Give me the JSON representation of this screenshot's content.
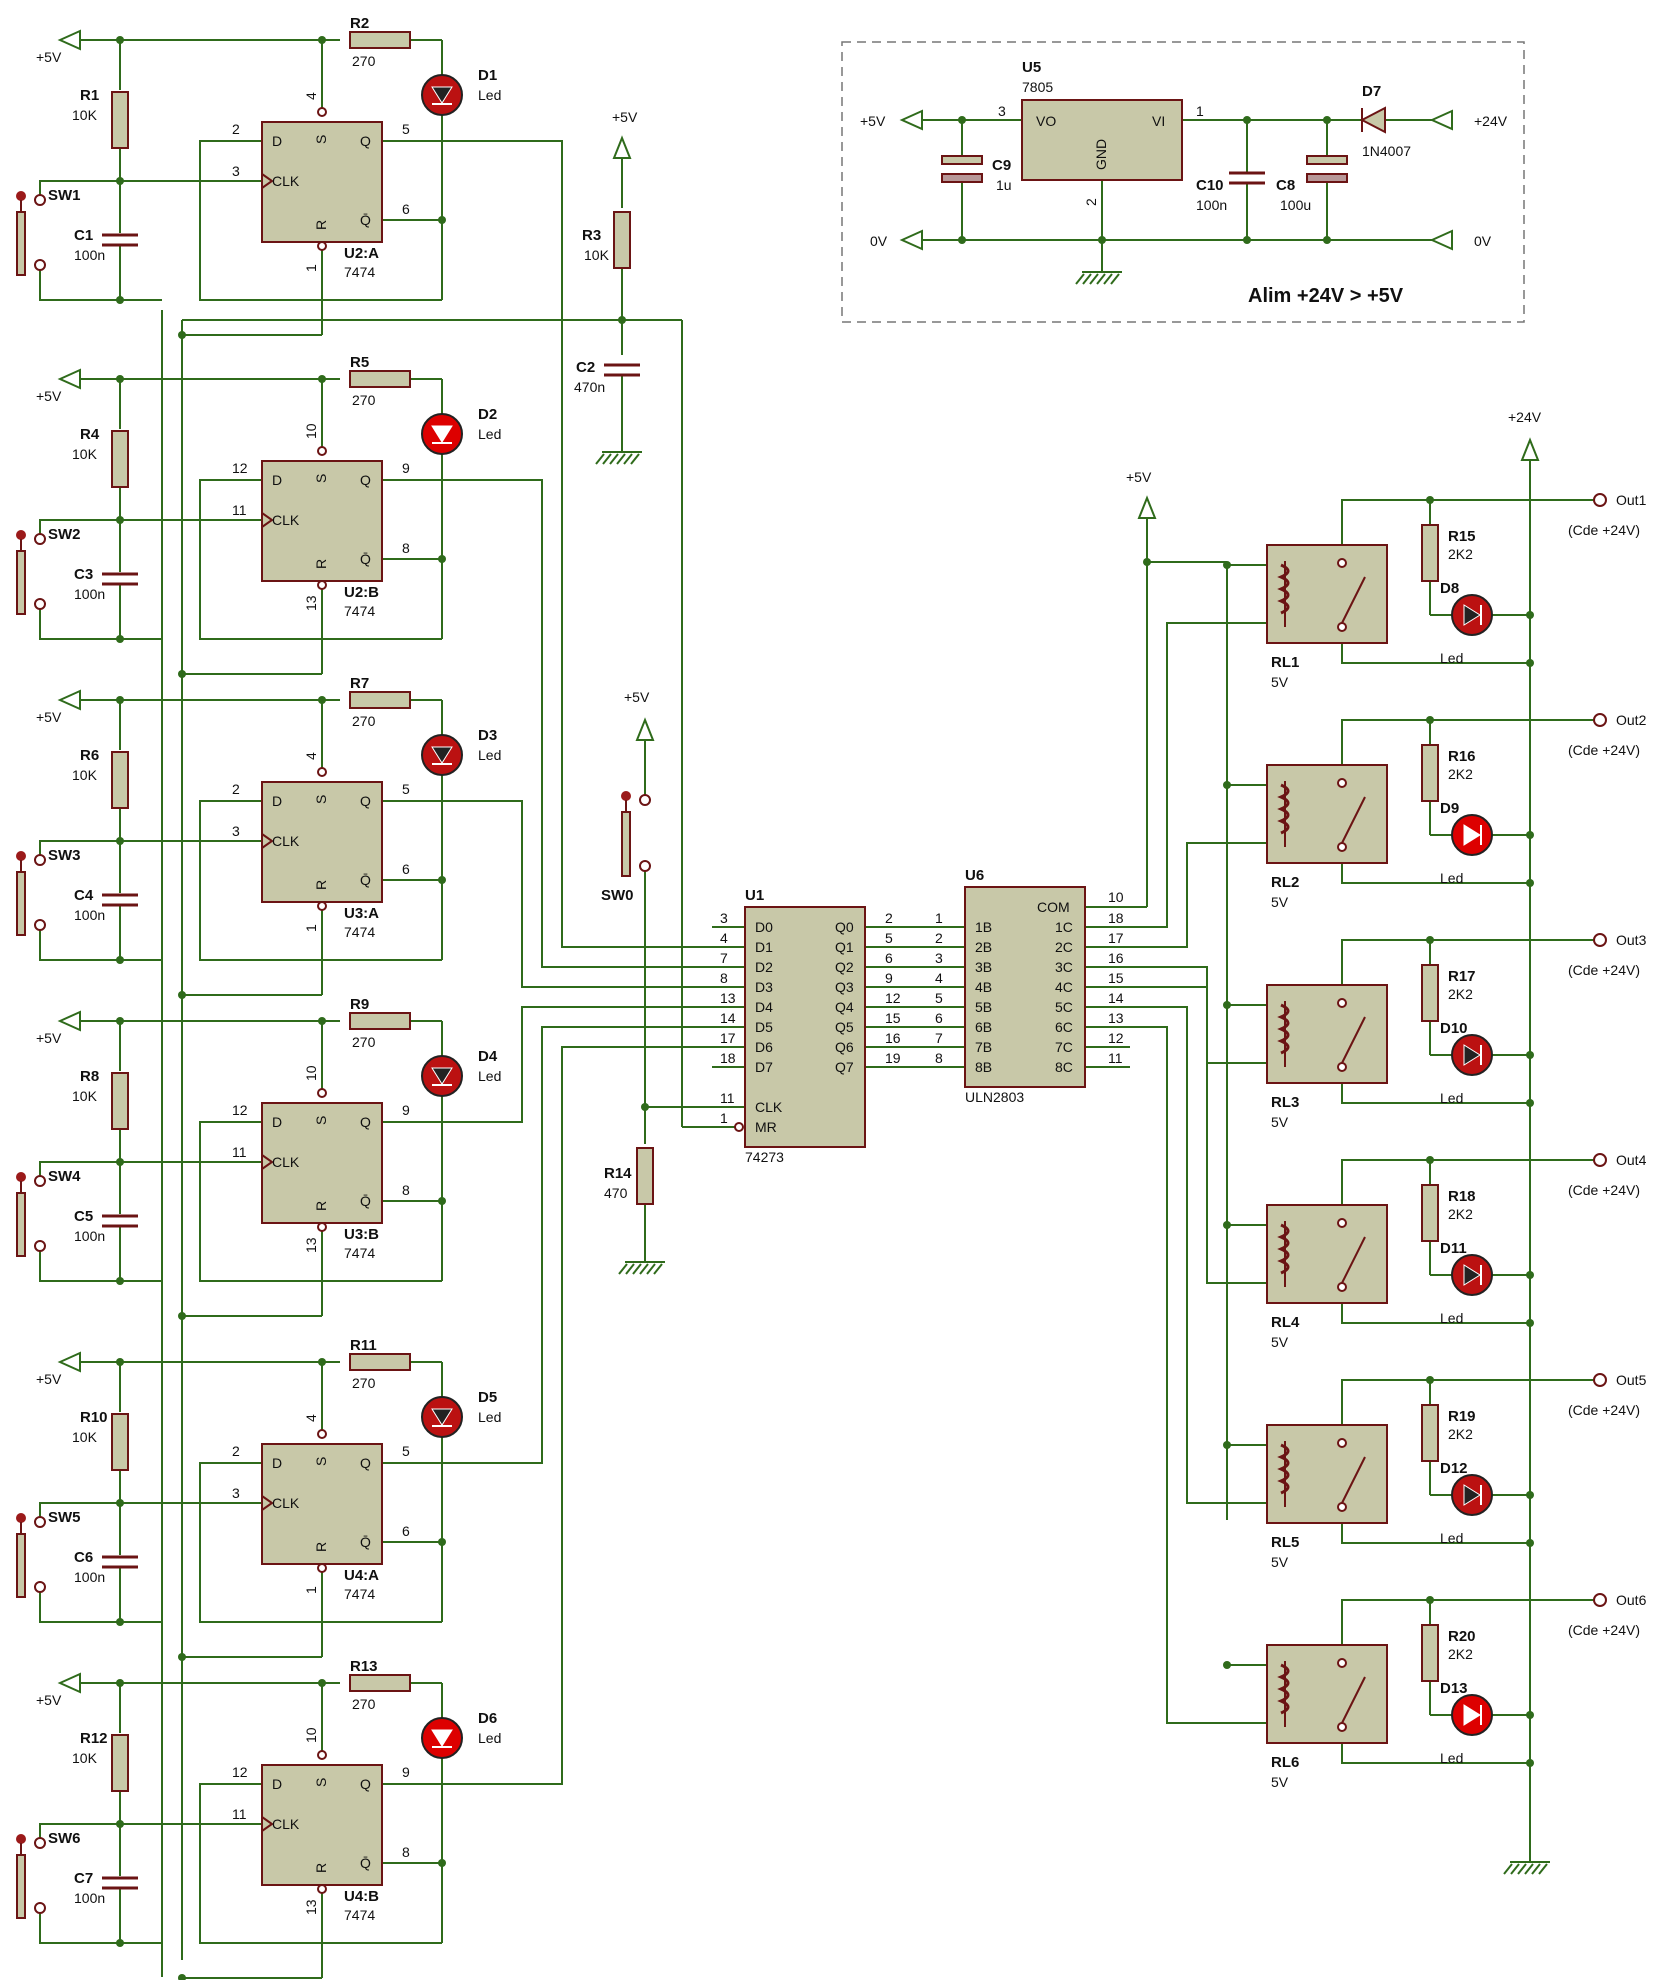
{
  "supply_labels": {
    "plus5v": "+5V",
    "plus24v": "+24V",
    "zero_v": "0V"
  },
  "power_module": {
    "title": "Alim +24V > +5V",
    "regulator": {
      "ref": "U5",
      "value": "7805",
      "pin_vo": "VO",
      "pin_vi": "VI",
      "pin_gnd": "GND",
      "pin_numbers": [
        "3",
        "1",
        "2"
      ]
    },
    "caps": [
      {
        "ref": "C9",
        "value": "1u"
      },
      {
        "ref": "C10",
        "value": "100n"
      },
      {
        "ref": "C8",
        "value": "100u"
      }
    ],
    "diode": {
      "ref": "D7",
      "value": "1N4007"
    }
  },
  "latch_channels": [
    {
      "switch": "SW1",
      "pullup": "R1",
      "pullup_value": "10K",
      "cap": "C1",
      "cap_value": "100n",
      "led_res": "R2",
      "led_res_value": "270",
      "led": "D1",
      "led_value": "Led",
      "chip": "U2:A",
      "chip_value": "7474",
      "pins": {
        "s": "4",
        "d": "2",
        "clk": "3",
        "r": "1",
        "q": "5",
        "qbar": "6"
      }
    },
    {
      "switch": "SW2",
      "pullup": "R4",
      "pullup_value": "10K",
      "cap": "C3",
      "cap_value": "100n",
      "led_res": "R5",
      "led_res_value": "270",
      "led": "D2",
      "led_value": "Led",
      "chip": "U2:B",
      "chip_value": "7474",
      "pins": {
        "s": "10",
        "d": "12",
        "clk": "11",
        "r": "13",
        "q": "9",
        "qbar": "8"
      }
    },
    {
      "switch": "SW3",
      "pullup": "R6",
      "pullup_value": "10K",
      "cap": "C4",
      "cap_value": "100n",
      "led_res": "R7",
      "led_res_value": "270",
      "led": "D3",
      "led_value": "Led",
      "chip": "U3:A",
      "chip_value": "7474",
      "pins": {
        "s": "4",
        "d": "2",
        "clk": "3",
        "r": "1",
        "q": "5",
        "qbar": "6"
      }
    },
    {
      "switch": "SW4",
      "pullup": "R8",
      "pullup_value": "10K",
      "cap": "C5",
      "cap_value": "100n",
      "led_res": "R9",
      "led_res_value": "270",
      "led": "D4",
      "led_value": "Led",
      "chip": "U3:B",
      "chip_value": "7474",
      "pins": {
        "s": "10",
        "d": "12",
        "clk": "11",
        "r": "13",
        "q": "9",
        "qbar": "8"
      }
    },
    {
      "switch": "SW5",
      "pullup": "R10",
      "pullup_value": "10K",
      "cap": "C6",
      "cap_value": "100n",
      "led_res": "R11",
      "led_res_value": "270",
      "led": "D5",
      "led_value": "Led",
      "chip": "U4:A",
      "chip_value": "7474",
      "pins": {
        "s": "4",
        "d": "2",
        "clk": "3",
        "r": "1",
        "q": "5",
        "qbar": "6"
      }
    },
    {
      "switch": "SW6",
      "pullup": "R12",
      "pullup_value": "10K",
      "cap": "C7",
      "cap_value": "100n",
      "led_res": "R13",
      "led_res_value": "270",
      "led": "D6",
      "led_value": "Led",
      "chip": "U4:B",
      "chip_value": "7474",
      "pins": {
        "s": "10",
        "d": "12",
        "clk": "11",
        "r": "13",
        "q": "9",
        "qbar": "8"
      }
    }
  ],
  "ff_pin_names": {
    "d": "D",
    "clk": "CLK",
    "s": "S",
    "r": "R",
    "q": "Q",
    "qbar": "Q̄"
  },
  "reset_circuit": {
    "res": "R3",
    "res_value": "10K",
    "cap": "C2",
    "cap_value": "470n"
  },
  "strobe_circuit": {
    "switch": "SW0",
    "res": "R14",
    "res_value": "470"
  },
  "u1": {
    "ref": "U1",
    "value": "74273",
    "inputs": [
      [
        "3",
        "D0"
      ],
      [
        "4",
        "D1"
      ],
      [
        "7",
        "D2"
      ],
      [
        "8",
        "D3"
      ],
      [
        "13",
        "D4"
      ],
      [
        "14",
        "D5"
      ],
      [
        "17",
        "D6"
      ],
      [
        "18",
        "D7"
      ]
    ],
    "outputs": [
      [
        "Q0",
        "2"
      ],
      [
        "Q1",
        "5"
      ],
      [
        "Q2",
        "6"
      ],
      [
        "Q3",
        "9"
      ],
      [
        "Q4",
        "12"
      ],
      [
        "Q5",
        "15"
      ],
      [
        "Q6",
        "16"
      ],
      [
        "Q7",
        "19"
      ]
    ],
    "clk": [
      "11",
      "CLK"
    ],
    "mr": [
      "1",
      "MR"
    ]
  },
  "u6": {
    "ref": "U6",
    "value": "ULN2803",
    "inputs": [
      [
        "1",
        "1B"
      ],
      [
        "2",
        "2B"
      ],
      [
        "3",
        "3B"
      ],
      [
        "4",
        "4B"
      ],
      [
        "5",
        "5B"
      ],
      [
        "6",
        "6B"
      ],
      [
        "7",
        "7B"
      ],
      [
        "8",
        "8B"
      ]
    ],
    "outputs": [
      [
        "1C",
        "18"
      ],
      [
        "2C",
        "17"
      ],
      [
        "3C",
        "16"
      ],
      [
        "4C",
        "15"
      ],
      [
        "5C",
        "14"
      ],
      [
        "6C",
        "13"
      ],
      [
        "7C",
        "12"
      ],
      [
        "8C",
        "11"
      ]
    ],
    "com": [
      "COM",
      "10"
    ]
  },
  "relay_channels": [
    {
      "relay": "RL1",
      "relay_value": "5V",
      "res": "R15",
      "res_value": "2K2",
      "led": "D8",
      "led_value": "Led",
      "out": "Out1",
      "cmd": "(Cde +24V)"
    },
    {
      "relay": "RL2",
      "relay_value": "5V",
      "res": "R16",
      "res_value": "2K2",
      "led": "D9",
      "led_value": "Led",
      "out": "Out2",
      "cmd": "(Cde +24V)"
    },
    {
      "relay": "RL3",
      "relay_value": "5V",
      "res": "R17",
      "res_value": "2K2",
      "led": "D10",
      "led_value": "Led",
      "out": "Out3",
      "cmd": "(Cde +24V)"
    },
    {
      "relay": "RL4",
      "relay_value": "5V",
      "res": "R18",
      "res_value": "2K2",
      "led": "D11",
      "led_value": "Led",
      "out": "Out4",
      "cmd": "(Cde +24V)"
    },
    {
      "relay": "RL5",
      "relay_value": "5V",
      "res": "R19",
      "res_value": "2K2",
      "led": "D12",
      "led_value": "Led",
      "out": "Out5",
      "cmd": "(Cde +24V)"
    },
    {
      "relay": "RL6",
      "relay_value": "5V",
      "res": "R20",
      "res_value": "2K2",
      "led": "D13",
      "led_value": "Led",
      "out": "Out6",
      "cmd": "(Cde +24V)"
    }
  ],
  "colors": {
    "wire": "#2f6b1b",
    "component_outline": "#6b1414",
    "chip_fill": "#c8c8a8",
    "led_lit": "#dd0000",
    "led_dark": "#bb1111",
    "background": "#ffffff"
  }
}
